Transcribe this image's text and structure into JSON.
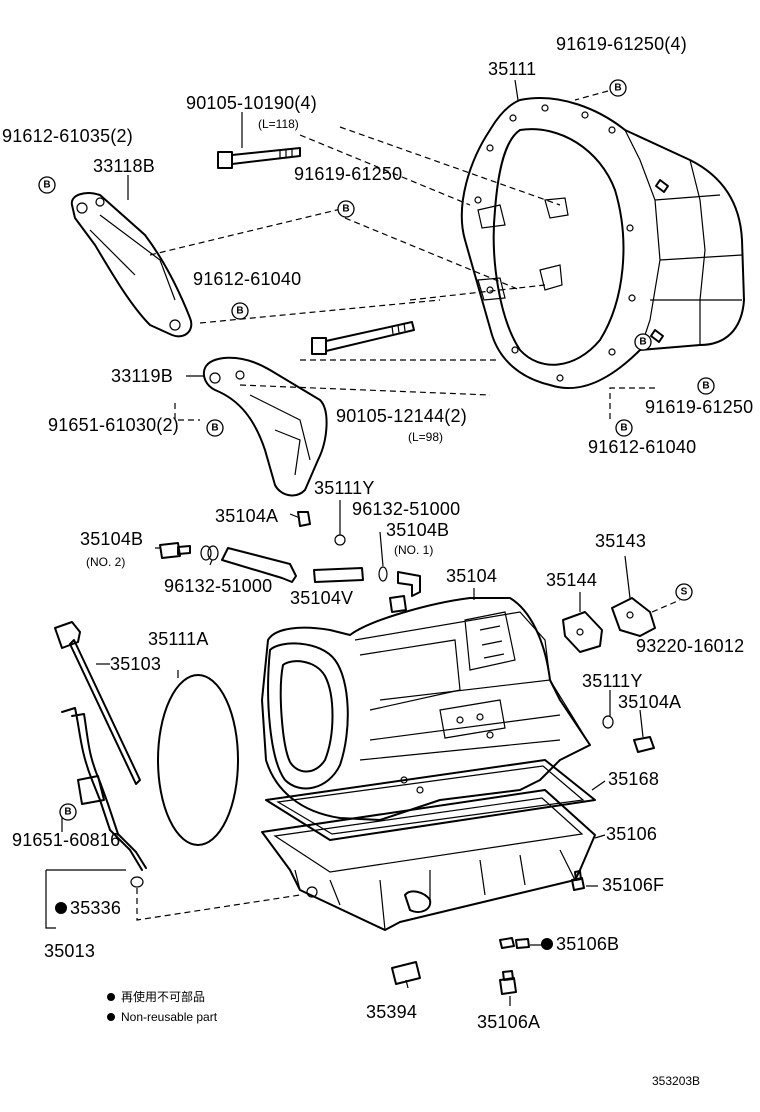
{
  "labels": {
    "p35111": "35111",
    "p91619_61250_4": "91619-61250(4)",
    "p90105_10190_4": "90105-10190(4)",
    "l118": "(L=118)",
    "p91612_61035_2": "91612-61035(2)",
    "p33118B": "33118B",
    "p91619_61250_a": "91619-61250",
    "p91612_61040_a": "91612-61040",
    "p33119B": "33119B",
    "p91651_61030_2": "91651-61030(2)",
    "p90105_12144_2": "90105-12144(2)",
    "l98": "(L=98)",
    "p91619_61250_b": "91619-61250",
    "p91612_61040_b": "91612-61040",
    "p35111Y_a": "35111Y",
    "p35104A_a": "35104A",
    "p96132_51000_a": "96132-51000",
    "p35104B_1": "35104B",
    "no1": "(NO. 1)",
    "p35104B_2": "35104B",
    "no2": "(NO. 2)",
    "p96132_51000_b": "96132-51000",
    "p35104V": "35104V",
    "p35104": "35104",
    "p35143": "35143",
    "p35144": "35144",
    "p93220_16012": "93220-16012",
    "p35111A": "35111A",
    "p35103": "35103",
    "p35111Y_b": "35111Y",
    "p35104A_b": "35104A",
    "p35168": "35168",
    "p91651_60816": "91651-60816",
    "p35106": "35106",
    "p35106F": "35106F",
    "p35336": "35336",
    "p35013": "35013",
    "p35106B": "35106B",
    "p35394": "35394",
    "p35106A": "35106A"
  },
  "badges": {
    "B": "B",
    "S": "S"
  },
  "legend": {
    "jp": "再使用不可部品",
    "en": "Non-reusable part"
  },
  "figure_ref": "353203B"
}
